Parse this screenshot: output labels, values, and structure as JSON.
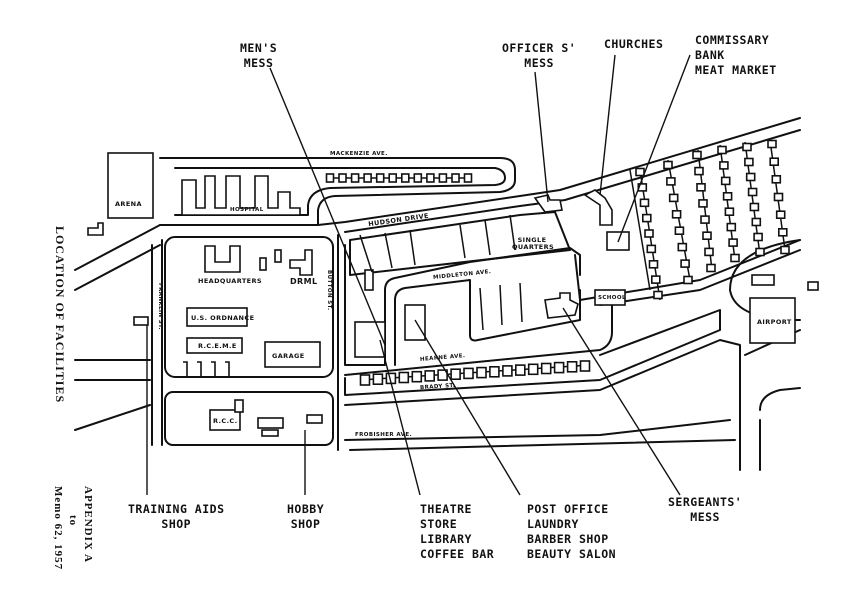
{
  "side_titles": {
    "location": "LOCATION OF FACILITIES",
    "appendix": "APPENDIX A",
    "to": "to",
    "memo": "Memo 62, 1957"
  },
  "callouts": {
    "mens_mess": [
      "MEN'S",
      "MESS"
    ],
    "officers_mess": [
      "OFFICER S'",
      "MESS"
    ],
    "churches": [
      "CHURCHES"
    ],
    "commissary": [
      "COMMISSARY",
      "BANK",
      "MEAT MARKET"
    ],
    "training_aids": [
      "TRAINING AIDS",
      "SHOP"
    ],
    "hobby_shop": [
      "HOBBY",
      "SHOP"
    ],
    "theatre": [
      "THEATRE",
      "STORE",
      "LIBRARY",
      "COFFEE BAR"
    ],
    "post_office": [
      "POST OFFICE",
      "LAUNDRY",
      "BARBER SHOP",
      "BEAUTY SALON"
    ],
    "sergeants_mess": [
      "SERGEANTS'",
      "MESS"
    ]
  },
  "map_labels": {
    "arena": "ARENA",
    "hospital": "HOSPITAL",
    "headquarters": "HEADQUARTERS",
    "drml": "DRML",
    "ordnance": "U.S. ORDNANCE",
    "rceme": "R.C.E.M.E",
    "garage": "GARAGE",
    "rcc": "R.C.C.",
    "school": "SCHOOL",
    "airport": "AIRPORT",
    "single_quarters": "SINGLE QUARTERS",
    "mackenzie_ave": "MACKENZIE AVE.",
    "hudson_drive": "HUDSON DRIVE",
    "middleton_ave": "MIDDLETON AVE.",
    "hearne_ave": "HEARNE AVE.",
    "frobisher_ave": "FROBISHER AVE.",
    "brady_st": "BRADY ST.",
    "button_st": "BUTTON ST.",
    "franklin_st": "FRANKLIN ST."
  }
}
